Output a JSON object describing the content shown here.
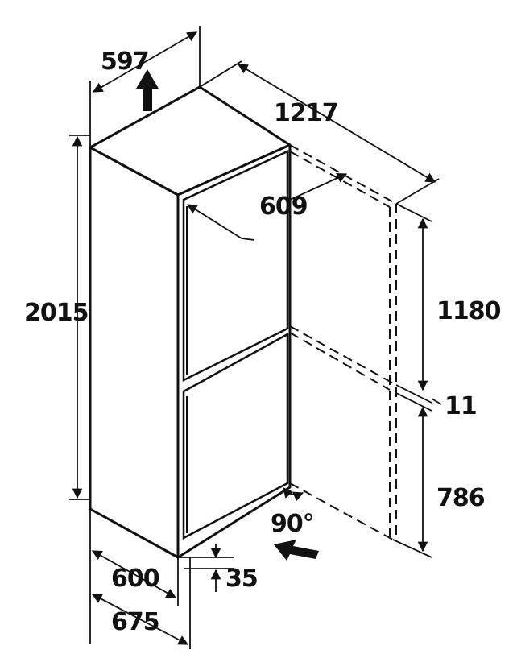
{
  "dimensions": {
    "width_top": "597",
    "depth_open": "1217",
    "door_depth": "609",
    "height_total": "2015",
    "upper_door": "1180",
    "door_gap": "11",
    "lower_door": "786",
    "width_front": "600",
    "depth_with_handle": "675",
    "clearance": "35",
    "door_angle": "90°"
  },
  "colors": {
    "stroke": "#111111",
    "fill": "#ffffff"
  },
  "icons": {
    "up_arrow": "arrow-up-icon",
    "airflow_arrow": "arrow-left-icon"
  }
}
